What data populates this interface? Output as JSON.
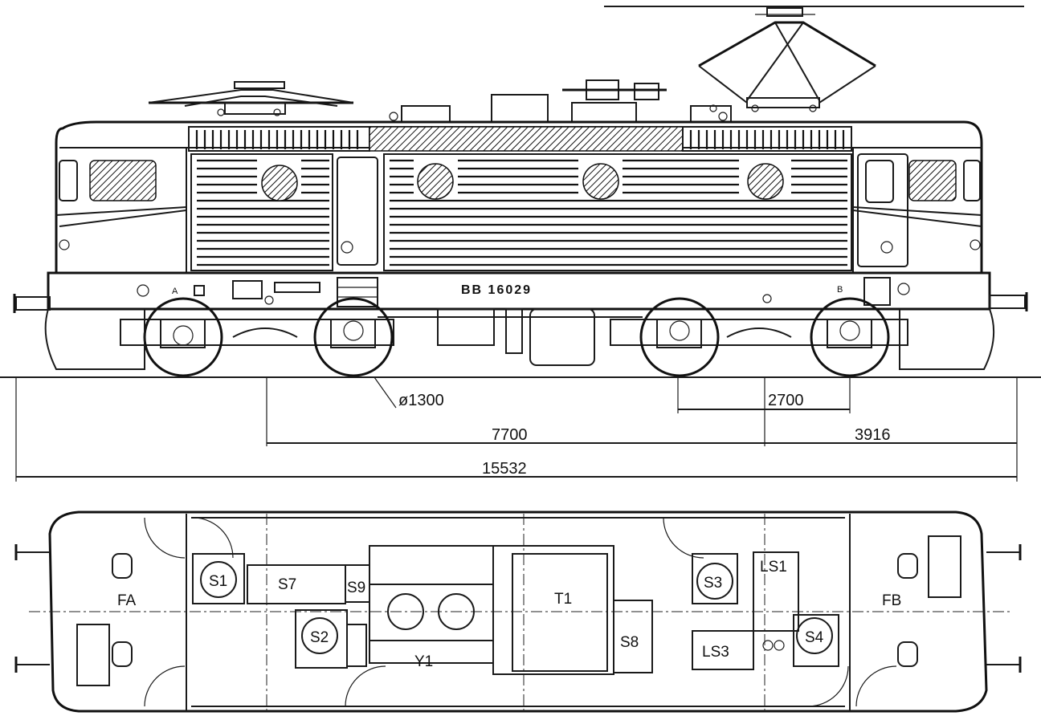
{
  "side_view": {
    "road_number": "BB 16029",
    "end_marker_left": "A",
    "end_marker_right": "B",
    "dimensions": {
      "wheel_diameter": "ø1300",
      "bogie_wheelbase": "2700",
      "bogie_centers": "7700",
      "overhang": "3916",
      "length_over_buffers": "15532"
    }
  },
  "plan_view": {
    "cabs": {
      "left": "FA",
      "right": "FB"
    },
    "equipment": {
      "s1": "S1",
      "s2": "S2",
      "s3": "S3",
      "s4": "S4",
      "s7": "S7",
      "s8": "S8",
      "s9": "S9",
      "t1": "T1",
      "y1": "Y1",
      "ls1": "LS1",
      "ls3": "LS3"
    }
  }
}
